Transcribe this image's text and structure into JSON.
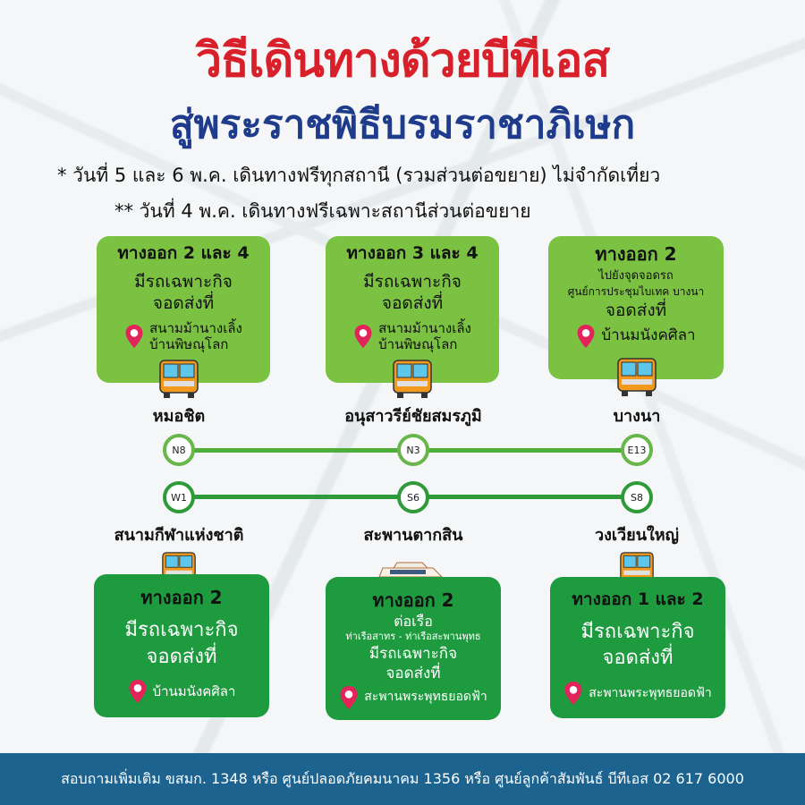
{
  "title_line1": "วิธีเดินทางด้วยบีทีเอส",
  "title_line2": "สู่พระราชพิธีบรมราชาภิเษก",
  "notes": [
    "* วันที่ 5 และ 6 พ.ค. เดินทางฟรีทุกสถานี (รวมส่วนต่อขยาย) ไม่จำกัดเที่ยว",
    "** วันที่ 4 พ.ค. เดินทางฟรีเฉพาะสถานีส่วนต่อขยาย"
  ],
  "colors": {
    "title_red": "#d8202a",
    "title_blue": "#1f3b8c",
    "light_green": "#7bc243",
    "dark_green": "#1e9a3f",
    "footer_blue": "#1c6390"
  },
  "top_cards": [
    {
      "exit": "ทางออก 2 และ 4",
      "lines": [
        "มีรถเฉพาะกิจ",
        "จอดส่งที่"
      ],
      "dest": [
        "สนามม้านางเลิ้ง",
        "บ้านพิษณุโลก"
      ]
    },
    {
      "exit": "ทางออก 3 และ 4",
      "lines": [
        "มีรถเฉพาะกิจ",
        "จอดส่งที่"
      ],
      "dest": [
        "สนามม้านางเลิ้ง",
        "บ้านพิษณุโลก"
      ]
    },
    {
      "exit": "ทางออก 2",
      "small": [
        "ไปยังจุดจอดรถ",
        "ศูนย์การประชุมไบเทค บางนา"
      ],
      "lines": [
        "จอดส่งที่"
      ],
      "dest": [
        "บ้านมนังคศิลา"
      ]
    }
  ],
  "upper_stations": [
    {
      "name": "หมอชิต",
      "code": "N8"
    },
    {
      "name": "อนุสาวรีย์ชัยสมรภูมิ",
      "code": "N3"
    },
    {
      "name": "บางนา",
      "code": "E13"
    }
  ],
  "lower_stations": [
    {
      "name": "สนามกีฬาแห่งชาติ",
      "code": "W1"
    },
    {
      "name": "สะพานตากสิน",
      "code": "S6"
    },
    {
      "name": "วงเวียนใหญ่",
      "code": "S8"
    }
  ],
  "bottom_cards": [
    {
      "exit": "ทางออก 2",
      "lines": [
        "มีรถเฉพาะกิจ",
        "จอดส่งที่"
      ],
      "dest": "บ้านมนังคศิลา"
    },
    {
      "exit": "ทางออก 2",
      "boat": [
        "ต่อเรือ",
        "ท่าเรือสาทร - ท่าเรือสะพานพุทธ"
      ],
      "lines": [
        "มีรถเฉพาะกิจ",
        "จอดส่งที่"
      ],
      "dest": "สะพานพระพุทธยอดฟ้า"
    },
    {
      "exit": "ทางออก 1 และ 2",
      "lines": [
        "มีรถเฉพาะกิจ",
        "จอดส่งที่"
      ],
      "dest": "สะพานพระพุทธยอดฟ้า"
    }
  ],
  "icons": {
    "bus": "bus-icon",
    "boat": "boat-icon",
    "pin": "map-pin-icon"
  },
  "footer": "สอบถามเพิ่มเติม ขสมก. 1348 หรือ ศูนย์ปลอดภัยคมนาคม 1356 หรือ ศูนย์ลูกค้าสัมพันธ์ บีทีเอส 02 617 6000"
}
